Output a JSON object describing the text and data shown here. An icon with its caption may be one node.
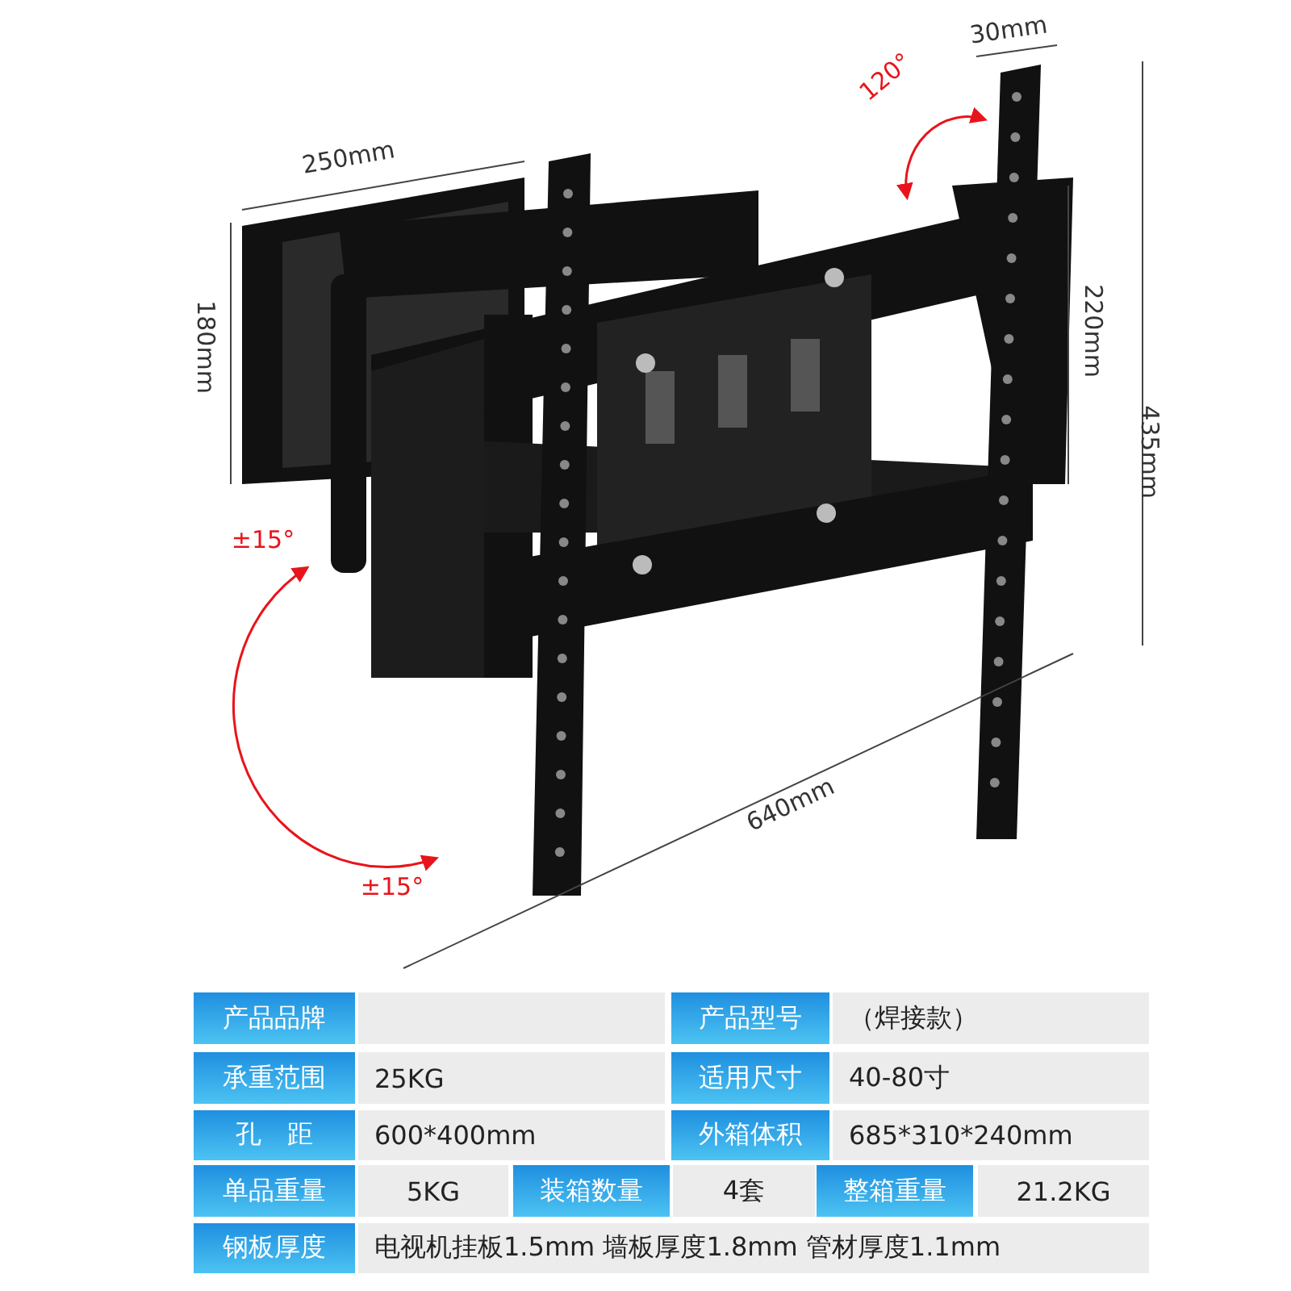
{
  "diagram": {
    "labels": [
      "30mm",
      "120°",
      "250mm",
      "180mm",
      "220mm",
      "435mm",
      "±15°",
      "640mm",
      "±15°",
      "产品品牌",
      "产品型号",
      "（焊接款）",
      "承重范围",
      "25KG",
      "适用尺寸",
      "40-80寸",
      "孔　距",
      "600*400mm",
      "外箱体积",
      "685*310*240mm",
      "单品重量",
      "5KG",
      "装箱数量",
      "4套",
      "整箱重量",
      "21.2KG",
      "钢板厚度",
      "电视机挂板1.5mm 墙板厚度1.8mm 管材厚度1.1mm"
    ]
  }
}
